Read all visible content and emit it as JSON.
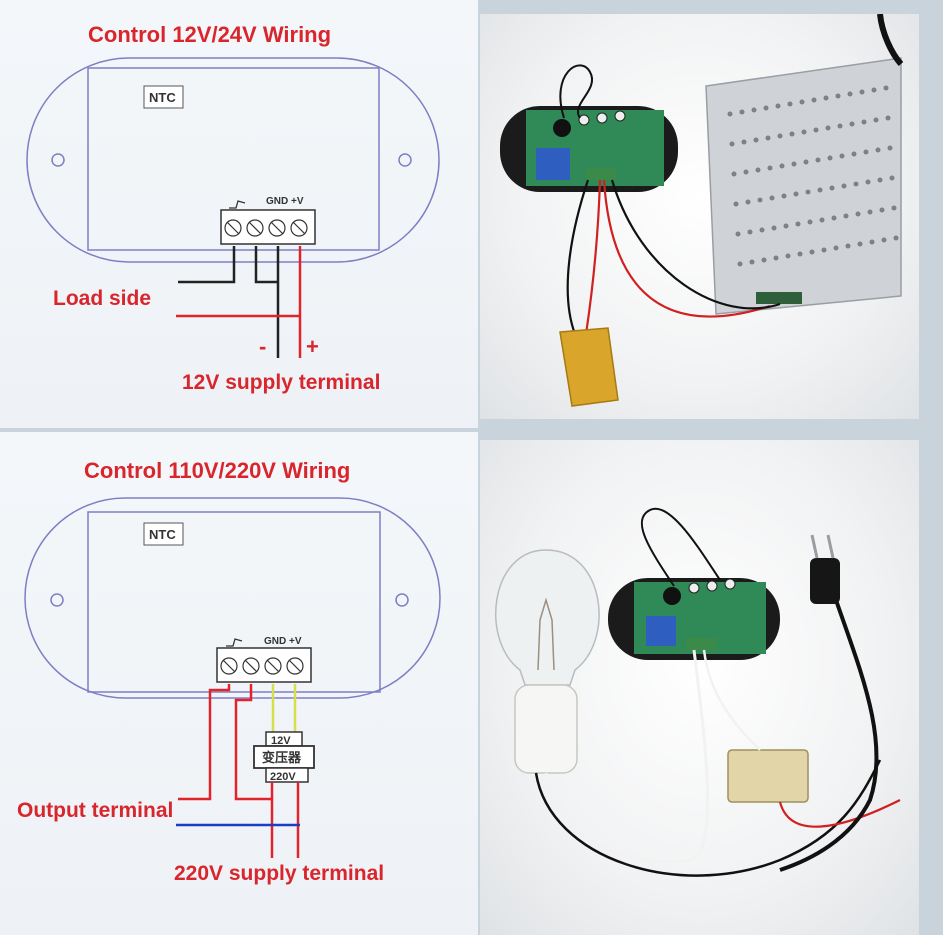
{
  "top": {
    "title": "Control 12V/24V Wiring",
    "ntc_label": "NTC",
    "gnd_label": "GND",
    "vplus_label": "+V",
    "load_side_label": "Load side",
    "minus_sign": "-",
    "plus_sign": "+",
    "supply_label": "12V supply terminal",
    "photo_icon": "photo-thermostat-12v-power-supply"
  },
  "bottom": {
    "title": "Control 110V/220V Wiring",
    "ntc_label": "NTC",
    "gnd_label": "GND",
    "vplus_label": "+V",
    "transformer_top": "12V",
    "transformer_mid": "变压器",
    "transformer_bottom": "220V",
    "output_label": "Output terminal",
    "supply_label": "220V supply terminal",
    "photo_icon": "photo-thermostat-220v-lamp"
  },
  "colors": {
    "label_red": "#d8262c",
    "wire_red": "#e0242a",
    "wire_black": "#222222",
    "wire_blue": "#1c3fbf",
    "wire_yellow": "#d6df4a",
    "outline_purple": "#7f7ec4",
    "terminal_green": "#3b8a4a"
  }
}
